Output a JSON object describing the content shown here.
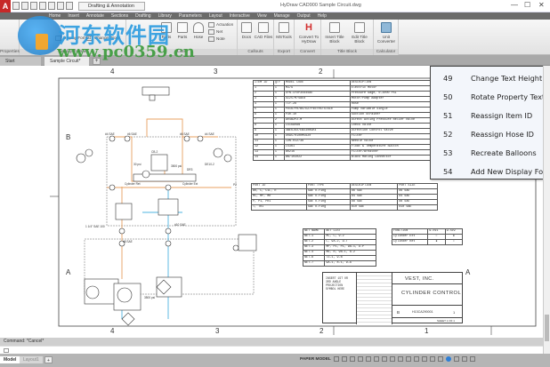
{
  "window": {
    "title": "HyDraw CAD900   Sample Circuit.dwg",
    "workspace": "Drafting & Annotation",
    "controls": {
      "minimize": "—",
      "maximize": "☐",
      "close": "✕"
    }
  },
  "menu": [
    "Home",
    "Insert",
    "Annotate",
    "Sections",
    "Drafting",
    "Library",
    "Parameters",
    "Layout",
    "Interactive",
    "View",
    "Manage",
    "Output",
    "Help"
  ],
  "ribbon": {
    "groups": [
      {
        "label": "Properties"
      },
      {
        "label": "Display Format"
      },
      {
        "label": "Lists"
      },
      {
        "label": "Callouts"
      },
      {
        "label": "Export"
      },
      {
        "label": "Convert"
      },
      {
        "label": "Title Block"
      },
      {
        "label": "Calculator"
      }
    ],
    "buttons": {
      "display_format": "Display Format",
      "change_props": "Change Props",
      "parts1": "Parts",
      "parts2": "Parts",
      "hose": "Hose",
      "actuation": "Actuation",
      "net": "Net",
      "note": "Note",
      "docs": "Docs",
      "cad_files": "CAD Files",
      "mstools": "MSTools",
      "convert": "Convert To HyDraw",
      "insert_tb": "Insert Title Block",
      "edit_tb": "Edit Title Block",
      "unit_conv": "Unit Converter"
    }
  },
  "tabs": {
    "start": "Start",
    "active": "Sample Circuit*",
    "close": "×",
    "add": "+"
  },
  "popup_menu": {
    "items": [
      {
        "num": "49",
        "label": "Change Text Height"
      },
      {
        "num": "50",
        "label": "Rotate Property Text"
      },
      {
        "num": "51",
        "label": "Reassign Item ID"
      },
      {
        "num": "52",
        "label": "Reassign Hose ID"
      },
      {
        "num": "53",
        "label": "Recreate Balloons"
      },
      {
        "num": "54",
        "label": "Add New Display Font"
      }
    ]
  },
  "drawing": {
    "col_top": [
      "4",
      "3",
      "2",
      "1"
    ],
    "col_bottom": [
      "4",
      "3",
      "2",
      "1"
    ],
    "rows": [
      "B",
      "A"
    ],
    "bom": {
      "headers": [
        "ITEM ID",
        "QTY",
        "MODEL CODE",
        "DESCRIPTION"
      ],
      "rows": [
        [
          "1",
          "1",
          "M37G",
          "Electric Motor"
        ],
        [
          "2",
          "1",
          "DYN-CFDP3564SAE",
          "Pressure Gage, 0-3000 PSI"
        ],
        [
          "3",
          "1",
          "DZ25/M/SAE8",
          "Motor/Pump Adapter"
        ],
        [
          "4",
          "1",
          "TCY-28",
          "Hose"
        ],
        [
          "5",
          "1",
          "PD16/PR/BS/DZ/P40/HS/S/A10",
          "Pump Variable Single"
        ],
        [
          "6",
          "1",
          "P30-10",
          "Suction Strainer"
        ],
        [
          "7",
          "2",
          "A04B2P2-M",
          "Direct Acting Pressure Relief Valve"
        ],
        [
          "8",
          "1",
          "LX16A0AN",
          "Check Valve"
        ],
        [
          "9",
          "1",
          "4WE6J6X/EW230N9K4",
          "Direction Control Valve"
        ],
        [
          "10",
          "1",
          "D0A5/H10RM5620",
          "Filter"
        ],
        [
          "11",
          "1",
          "CDN-012/36",
          "Needle Valve"
        ],
        [
          "12",
          "1",
          "LS361",
          "Float & Temperature Switch"
        ],
        [
          "13",
          "1",
          "BR216",
          "Filter/Breather"
        ],
        [
          "14",
          "1",
          "BN/103022",
          "Black Mating Connector"
        ]
      ]
    },
    "ports": {
      "headers": [
        "PORT ID",
        "PORT TYPE",
        "DESCRIPTION",
        "PORT SIZE"
      ],
      "rows": [
        [
          "BR, C, C1L, R",
          "SAE O-ring",
          "#6 SAE",
          "#6 SAE"
        ],
        [
          "MC, MP, MR",
          "SAE O-ring",
          "#4 SAE",
          "#4 SAE"
        ],
        [
          "P, P1, PR1",
          "SAE O-ring",
          "#8 SAE",
          "#8 SAE"
        ],
        [
          "T, TR1",
          "SAE O-ring",
          "#10 SAE",
          "#10 SAE"
        ]
      ]
    },
    "nets": {
      "headers": [
        "NET NAME",
        "NET LIST"
      ],
      "rows": [
        [
          "NET-1",
          "MC, C, 9-2"
        ],
        [
          "NET-2",
          "C, 9A-2, 9-T"
        ],
        [
          "NET-3",
          "MP, P1, P1, 9A-1, 9-P"
        ],
        [
          "NET-4",
          "MR, R, 9B-1, 8-2"
        ],
        [
          "NET-6",
          "T3-1, 9-B"
        ],
        [
          "NET-7",
          "9A-1, 8-1, 9-A"
        ]
      ]
    },
    "function": {
      "headers": [
        "FUNCTION",
        "9-SV1",
        "9-SV2"
      ],
      "rows": [
        [
          "Cylinder Ext",
          "○",
          "●"
        ],
        [
          "Cylinder Ret",
          "●",
          "○"
        ]
      ]
    },
    "titleblock": {
      "company": "VEST, INC.",
      "title": "CYLINDER CONTROL",
      "size": "B",
      "dwg_no": "H13CA290001",
      "rev": "1",
      "projection": "INSERT 1ST OR 3RD ANGLE PROJECTION SYMBOL HERE",
      "sheet": "SHEET 1 OF 1"
    },
    "labels": {
      "cb2": "CB-2",
      "p_relief": "3500 psi",
      "t_bias": "30 psi T-Bias",
      "valve_label": "DE10-2",
      "dir_valve": "DR3",
      "cyl_ret": "Cylinder Ret",
      "cyl_ext": "Cylinder Ext",
      "hose": "1 1/4\" SAE 100",
      "sae4": "#4 SAE",
      "sae6": "#6 SAE",
      "sae8": "#8 SAE",
      "sae10": "#10 SAE",
      "pump_p": "3500 psi"
    }
  },
  "command": {
    "history": "Command: *Cancel*",
    "input": ""
  },
  "layout_tabs": {
    "model": "Model",
    "layout1": "Layout1",
    "add": "+"
  },
  "status": {
    "paper_model": "PAPER MODEL"
  },
  "watermark": {
    "cn": "河东软件园",
    "url": "www.pc0359.cn"
  }
}
